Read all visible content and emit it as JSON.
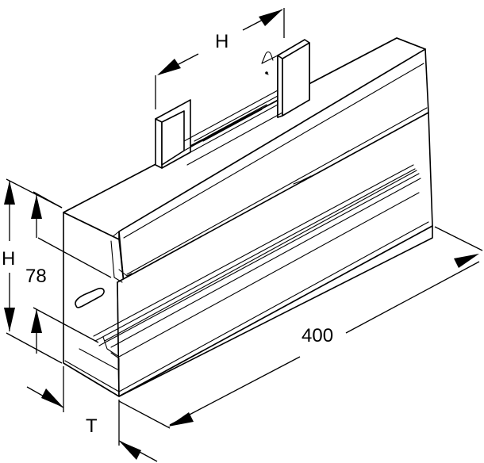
{
  "labels": {
    "width_top": "H",
    "height_left": "H",
    "height_inner": "78",
    "length": "400",
    "depth": "T"
  }
}
